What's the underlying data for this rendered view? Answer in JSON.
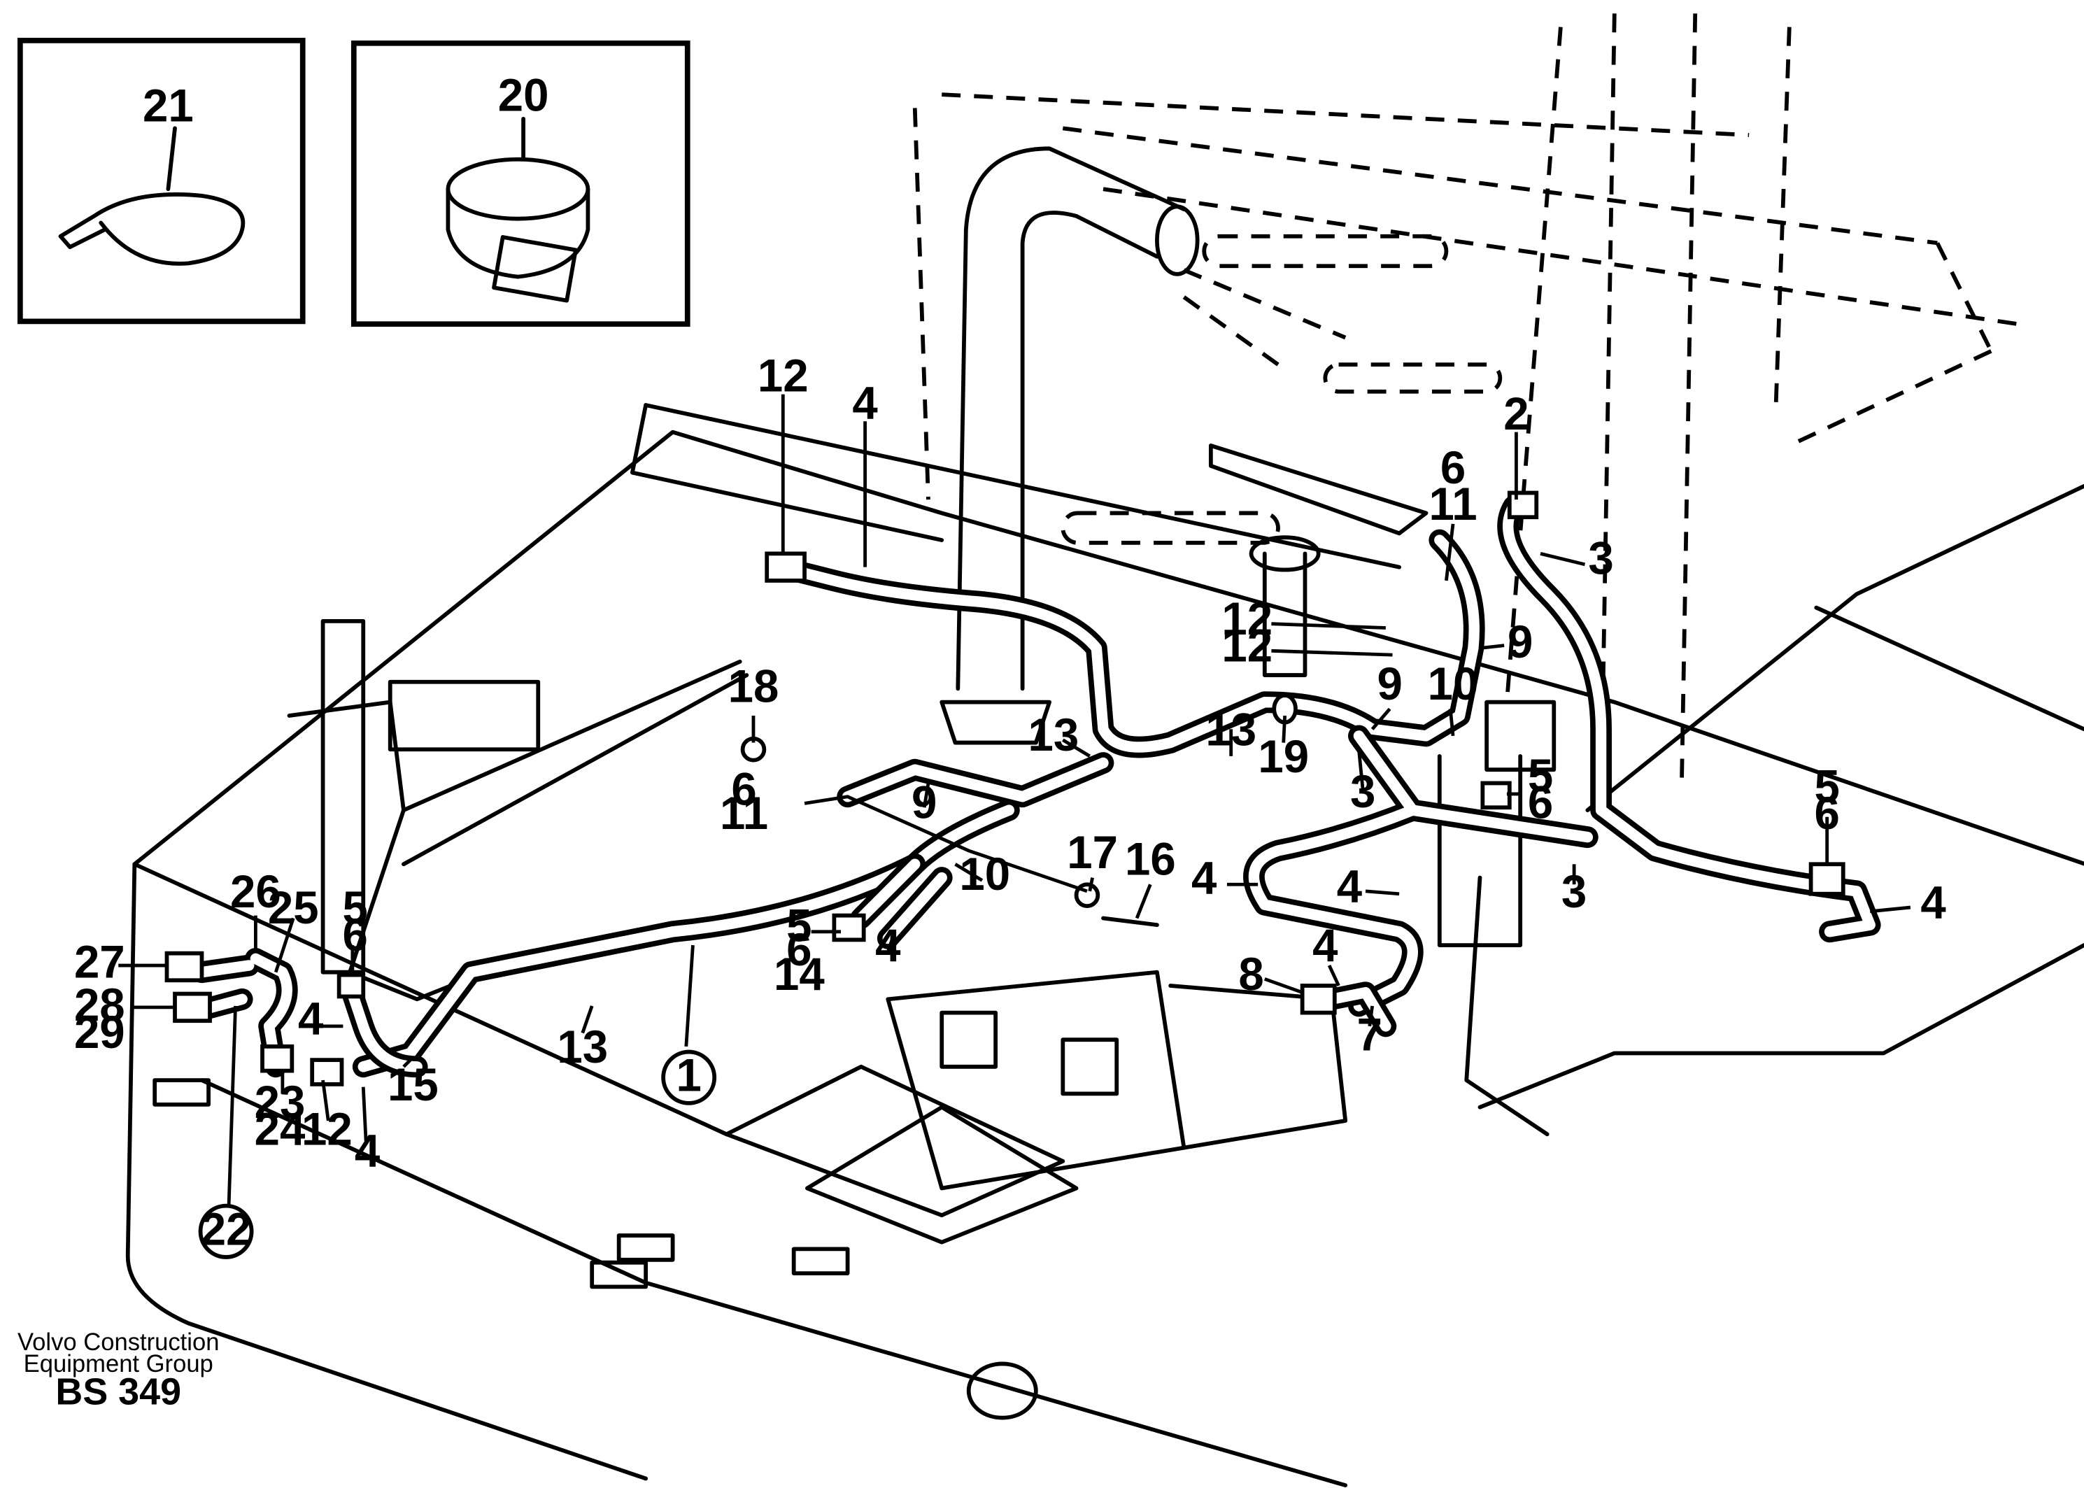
{
  "inset_labels": {
    "cable_tie": "21",
    "hose_clamp": "20"
  },
  "callouts": {
    "c12a": "12",
    "c4a": "4",
    "c2": "2",
    "c3a": "3",
    "c6a": "6",
    "c11a": "11",
    "c12b": "12",
    "c12c": "12",
    "c9a": "9",
    "c10a": "10",
    "c9b": "9",
    "c18": "18",
    "c13a": "13",
    "c13b": "13",
    "c19": "19",
    "c3b": "3",
    "c5a": "5",
    "c6b": "6",
    "c5b": "5",
    "c6c": "6",
    "c6d": "6",
    "c11b": "11",
    "c9c": "9",
    "c17": "17",
    "c16": "16",
    "c10b": "10",
    "c4b": "4",
    "c4c": "4",
    "c4d": "4",
    "c3c": "3",
    "c5c": "5",
    "c6e": "6",
    "c14": "14",
    "c4e": "4",
    "c8": "8",
    "c4f": "4",
    "c7": "7",
    "c26": "26",
    "c25": "25",
    "c5d": "5",
    "c6f": "6",
    "c27": "27",
    "c28": "28",
    "c29": "29",
    "c4g": "4",
    "c13c": "13",
    "c1": "1",
    "c15": "15",
    "c23": "23",
    "c24": "24",
    "c12d": "12",
    "c4h": "4",
    "c22": "22"
  },
  "footer": {
    "company_line1": "Volvo Construction",
    "company_line2": "Equipment Group",
    "code": "BS 349"
  }
}
